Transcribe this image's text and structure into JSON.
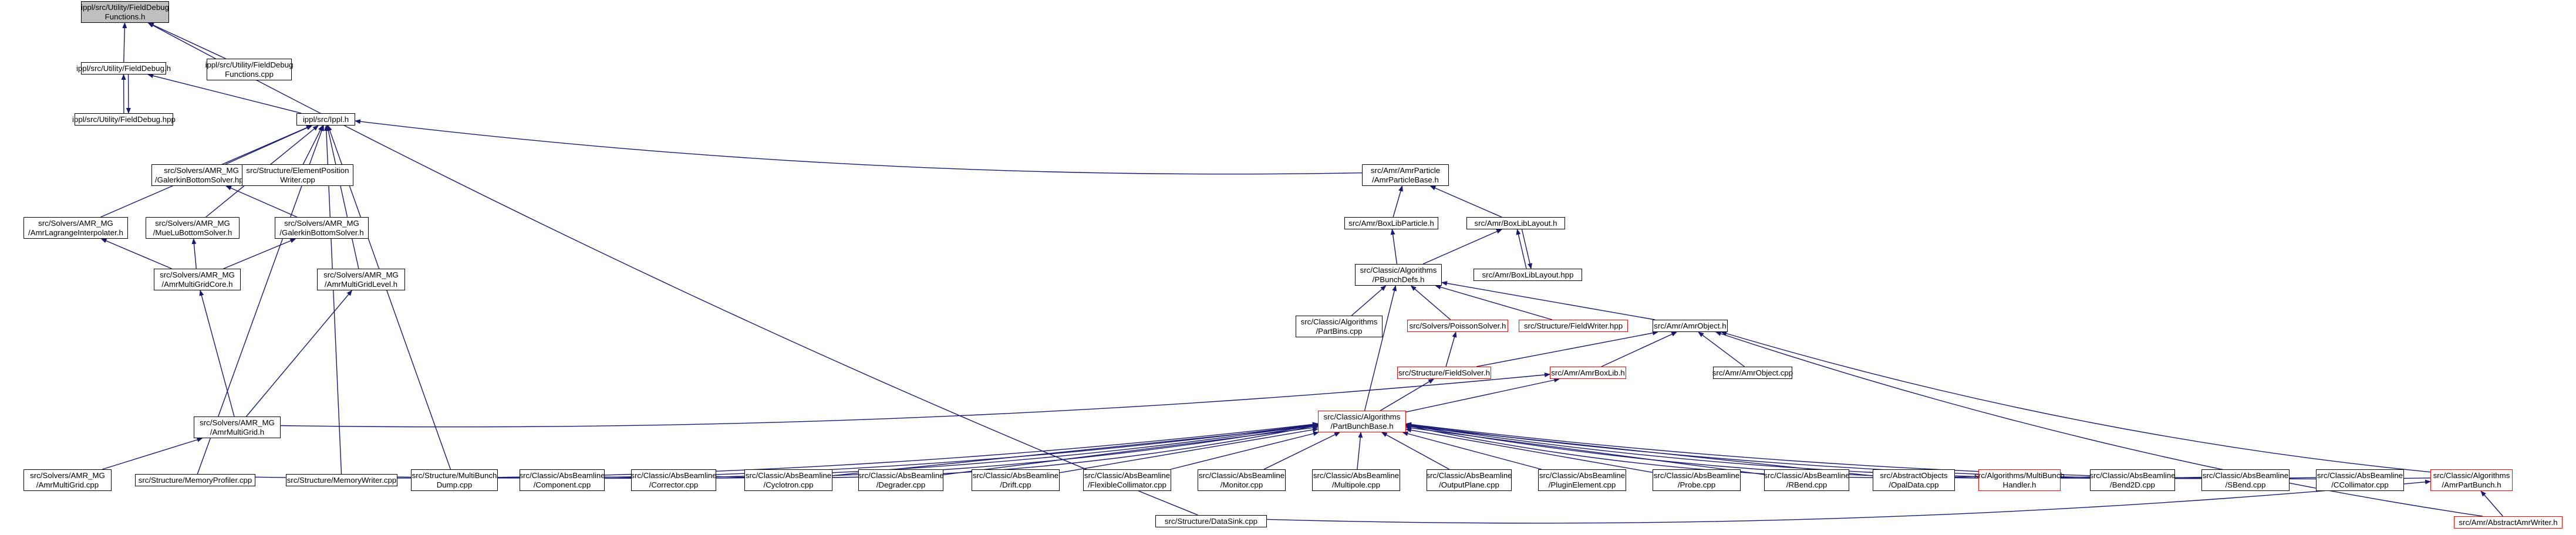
{
  "diagram": {
    "nodes": [
      {
        "id": "root",
        "lines": [
          "ippl/src/Utility/FieldDebug",
          "Functions.h"
        ],
        "root": true
      },
      {
        "id": "fdh",
        "lines": [
          "ippl/src/Utility/FieldDebug.h"
        ]
      },
      {
        "id": "fdfcpp",
        "lines": [
          "ippl/src/Utility/FieldDebug",
          "Functions.cpp"
        ]
      },
      {
        "id": "fdhpp",
        "lines": [
          "ippl/src/Utility/FieldDebug.hpp"
        ]
      },
      {
        "id": "ippl",
        "lines": [
          "ippl/src/Ippl.h"
        ]
      },
      {
        "id": "galerkinhpp",
        "lines": [
          "src/Solvers/AMR_MG",
          "/GalerkinBottomSolver.hpp"
        ]
      },
      {
        "id": "elempos",
        "lines": [
          "src/Structure/ElementPosition",
          "Writer.cpp"
        ]
      },
      {
        "id": "amrpartbase",
        "lines": [
          "src/Amr/AmrParticle",
          "/AmrParticleBase.h"
        ]
      },
      {
        "id": "lagrange",
        "lines": [
          "src/Solvers/AMR_MG",
          "/AmrLagrangeInterpolater.h"
        ]
      },
      {
        "id": "muelu",
        "lines": [
          "src/Solvers/AMR_MG",
          "/MueLuBottomSolver.h"
        ]
      },
      {
        "id": "galerkinh",
        "lines": [
          "src/Solvers/AMR_MG",
          "/GalerkinBottomSolver.h"
        ]
      },
      {
        "id": "boxlibpart",
        "lines": [
          "src/Amr/BoxLibParticle.h"
        ]
      },
      {
        "id": "boxliblayout",
        "lines": [
          "src/Amr/BoxLibLayout.h"
        ]
      },
      {
        "id": "multigridcore",
        "lines": [
          "src/Solvers/AMR_MG",
          "/AmrMultiGridCore.h"
        ]
      },
      {
        "id": "multigridlevel",
        "lines": [
          "src/Solvers/AMR_MG",
          "/AmrMultiGridLevel.h"
        ]
      },
      {
        "id": "boxliblayouthpp",
        "lines": [
          "src/Amr/BoxLibLayout.hpp"
        ]
      },
      {
        "id": "pbunchdefs",
        "lines": [
          "src/Classic/Algorithms",
          "/PBunchDefs.h"
        ]
      },
      {
        "id": "partbins",
        "lines": [
          "src/Classic/Algorithms",
          "/PartBins.cpp"
        ]
      },
      {
        "id": "poisson",
        "lines": [
          "src/Solvers/PoissonSolver.h"
        ],
        "red": true
      },
      {
        "id": "fieldwriter",
        "lines": [
          "src/Structure/FieldWriter.hpp"
        ],
        "red": true
      },
      {
        "id": "amrobjecth",
        "lines": [
          "src/Amr/AmrObject.h"
        ]
      },
      {
        "id": "fieldsolver",
        "lines": [
          "src/Structure/FieldSolver.h"
        ],
        "red": true
      },
      {
        "id": "amrboxlib",
        "lines": [
          "src/Amr/AmrBoxLib.h"
        ],
        "red": true
      },
      {
        "id": "amrobjectcpp",
        "lines": [
          "src/Amr/AmrObject.cpp"
        ]
      },
      {
        "id": "multigridh",
        "lines": [
          "src/Solvers/AMR_MG",
          "/AmrMultiGrid.h"
        ]
      },
      {
        "id": "partbunchbase",
        "lines": [
          "src/Classic/Algorithms",
          "/PartBunchBase.h"
        ],
        "red": true
      },
      {
        "id": "multigridcpp",
        "lines": [
          "src/Solvers/AMR_MG",
          "/AmrMultiGrid.cpp"
        ]
      },
      {
        "id": "memprof",
        "lines": [
          "src/Structure/MemoryProfiler.cpp"
        ]
      },
      {
        "id": "memwriter",
        "lines": [
          "src/Structure/MemoryWriter.cpp"
        ]
      },
      {
        "id": "multibunchdump",
        "lines": [
          "src/Structure/MultiBunch",
          "Dump.cpp"
        ]
      },
      {
        "id": "component",
        "lines": [
          "src/Classic/AbsBeamline",
          "/Component.cpp"
        ]
      },
      {
        "id": "corrector",
        "lines": [
          "src/Classic/AbsBeamline",
          "/Corrector.cpp"
        ]
      },
      {
        "id": "cyclotron",
        "lines": [
          "src/Classic/AbsBeamline",
          "/Cyclotron.cpp"
        ]
      },
      {
        "id": "degrader",
        "lines": [
          "src/Classic/AbsBeamline",
          "/Degrader.cpp"
        ]
      },
      {
        "id": "drift",
        "lines": [
          "src/Classic/AbsBeamline",
          "/Drift.cpp"
        ]
      },
      {
        "id": "flexcoll",
        "lines": [
          "src/Classic/AbsBeamline",
          "/FlexibleCollimator.cpp"
        ]
      },
      {
        "id": "monitor",
        "lines": [
          "src/Classic/AbsBeamline",
          "/Monitor.cpp"
        ]
      },
      {
        "id": "multipole",
        "lines": [
          "src/Classic/AbsBeamline",
          "/Multipole.cpp"
        ]
      },
      {
        "id": "outputplane",
        "lines": [
          "src/Classic/AbsBeamline",
          "/OutputPlane.cpp"
        ]
      },
      {
        "id": "pluginelement",
        "lines": [
          "src/Classic/AbsBeamline",
          "/PluginElement.cpp"
        ]
      },
      {
        "id": "probe",
        "lines": [
          "src/Classic/AbsBeamline",
          "/Probe.cpp"
        ]
      },
      {
        "id": "rbend",
        "lines": [
          "src/Classic/AbsBeamline",
          "/RBend.cpp"
        ]
      },
      {
        "id": "opaldata",
        "lines": [
          "src/AbstractObjects",
          "/OpalData.cpp"
        ]
      },
      {
        "id": "multibunchhandler",
        "lines": [
          "src/Algorithms/MultiBunch",
          "Handler.h"
        ],
        "red": true
      },
      {
        "id": "bend2d",
        "lines": [
          "src/Classic/AbsBeamline",
          "/Bend2D.cpp"
        ]
      },
      {
        "id": "sbend",
        "lines": [
          "src/Classic/AbsBeamline",
          "/SBend.cpp"
        ]
      },
      {
        "id": "ccollimator",
        "lines": [
          "src/Classic/AbsBeamline",
          "/CCollimator.cpp"
        ]
      },
      {
        "id": "amrpartbunch",
        "lines": [
          "src/Classic/Algorithms",
          "/AmrPartBunch.h"
        ],
        "red": true
      },
      {
        "id": "datasink",
        "lines": [
          "src/Structure/DataSink.cpp"
        ]
      },
      {
        "id": "abstractamrwriter",
        "lines": [
          "src/Amr/AbstractAmrWriter.h"
        ],
        "red": true
      }
    ],
    "edges": [
      [
        "fdh",
        "root"
      ],
      [
        "fdfcpp",
        "root"
      ],
      [
        "datasink",
        "root"
      ],
      [
        "fdhpp",
        "fdh"
      ],
      [
        "fdh",
        "fdhpp"
      ],
      [
        "ippl",
        "fdh"
      ],
      [
        "galerkinhpp",
        "ippl"
      ],
      [
        "elempos",
        "ippl"
      ],
      [
        "amrpartbase",
        "ippl"
      ],
      [
        "lagrange",
        "ippl"
      ],
      [
        "muelu",
        "ippl"
      ],
      [
        "multigridlevel",
        "ippl"
      ],
      [
        "memprof",
        "ippl"
      ],
      [
        "memwriter",
        "ippl"
      ],
      [
        "multibunchdump",
        "ippl"
      ],
      [
        "galerkinh",
        "galerkinhpp"
      ],
      [
        "boxlibpart",
        "amrpartbase"
      ],
      [
        "boxliblayout",
        "amrpartbase"
      ],
      [
        "multigridcore",
        "lagrange"
      ],
      [
        "multigridcore",
        "muelu"
      ],
      [
        "multigridcore",
        "galerkinh"
      ],
      [
        "multigridh",
        "multigridcore"
      ],
      [
        "multigridh",
        "multigridlevel"
      ],
      [
        "pbunchdefs",
        "boxlibpart"
      ],
      [
        "pbunchdefs",
        "boxliblayout"
      ],
      [
        "boxliblayouthpp",
        "boxliblayout"
      ],
      [
        "boxliblayout",
        "boxliblayouthpp"
      ],
      [
        "partbins",
        "pbunchdefs"
      ],
      [
        "poisson",
        "pbunchdefs"
      ],
      [
        "fieldwriter",
        "pbunchdefs"
      ],
      [
        "amrobjecth",
        "pbunchdefs"
      ],
      [
        "partbunchbase",
        "pbunchdefs"
      ],
      [
        "fieldsolver",
        "poisson"
      ],
      [
        "fieldsolver",
        "amrobjecth"
      ],
      [
        "amrboxlib",
        "amrobjecth"
      ],
      [
        "amrobjectcpp",
        "amrobjecth"
      ],
      [
        "amrpartbunch",
        "amrobjecth"
      ],
      [
        "abstractamrwriter",
        "amrobjecth"
      ],
      [
        "partbunchbase",
        "fieldsolver"
      ],
      [
        "partbunchbase",
        "amrboxlib"
      ],
      [
        "multigridh",
        "amrboxlib"
      ],
      [
        "multigridcpp",
        "multigridh"
      ],
      [
        "memprof",
        "partbunchbase"
      ],
      [
        "memwriter",
        "partbunchbase"
      ],
      [
        "multibunchdump",
        "partbunchbase"
      ],
      [
        "component",
        "partbunchbase"
      ],
      [
        "corrector",
        "partbunchbase"
      ],
      [
        "cyclotron",
        "partbunchbase"
      ],
      [
        "degrader",
        "partbunchbase"
      ],
      [
        "drift",
        "partbunchbase"
      ],
      [
        "flexcoll",
        "partbunchbase"
      ],
      [
        "monitor",
        "partbunchbase"
      ],
      [
        "multipole",
        "partbunchbase"
      ],
      [
        "outputplane",
        "partbunchbase"
      ],
      [
        "pluginelement",
        "partbunchbase"
      ],
      [
        "probe",
        "partbunchbase"
      ],
      [
        "rbend",
        "partbunchbase"
      ],
      [
        "opaldata",
        "partbunchbase"
      ],
      [
        "multibunchhandler",
        "partbunchbase"
      ],
      [
        "bend2d",
        "partbunchbase"
      ],
      [
        "sbend",
        "partbunchbase"
      ],
      [
        "ccollimator",
        "partbunchbase"
      ],
      [
        "amrpartbunch",
        "partbunchbase"
      ],
      [
        "datasink",
        "amrpartbunch"
      ],
      [
        "abstractamrwriter",
        "amrpartbunch"
      ]
    ],
    "colors": {
      "edge": "#191970",
      "node_border": "#000000",
      "highlight_border": "#ff0000",
      "root_fill": "#bfbfbf"
    }
  }
}
